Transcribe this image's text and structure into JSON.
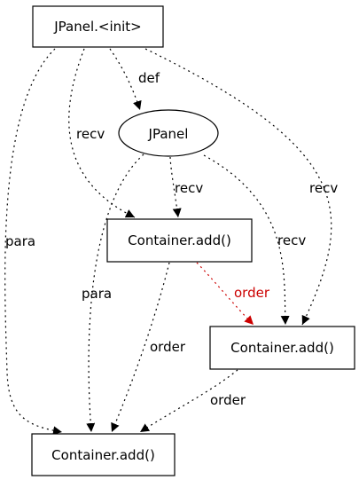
{
  "diagram": {
    "colors": {
      "default": "#000000",
      "highlight": "#cc0000",
      "background": "#ffffff"
    },
    "nodes": [
      {
        "id": "n_init",
        "label": "JPanel.<init>",
        "shape": "box"
      },
      {
        "id": "n_jpanel",
        "label": "JPanel",
        "shape": "ellipse"
      },
      {
        "id": "n_add1",
        "label": "Container.add()",
        "shape": "box"
      },
      {
        "id": "n_add2",
        "label": "Container.add()",
        "shape": "box"
      },
      {
        "id": "n_add3",
        "label": "Container.add()",
        "shape": "box"
      }
    ],
    "edges": [
      {
        "id": "e_def",
        "from": "n_init",
        "to": "n_jpanel",
        "label": "def",
        "color": "#000000"
      },
      {
        "id": "e_recv_init_add1",
        "from": "n_init",
        "to": "n_add1",
        "label": "recv",
        "color": "#000000"
      },
      {
        "id": "e_recv_init_add2",
        "from": "n_init",
        "to": "n_add2",
        "label": "recv",
        "color": "#000000"
      },
      {
        "id": "e_para_init_add3",
        "from": "n_init",
        "to": "n_add3",
        "label": "para",
        "color": "#000000"
      },
      {
        "id": "e_recv_jpanel_add1",
        "from": "n_jpanel",
        "to": "n_add1",
        "label": "recv",
        "color": "#000000"
      },
      {
        "id": "e_recv_jpanel_add2",
        "from": "n_jpanel",
        "to": "n_add2",
        "label": "recv",
        "color": "#000000"
      },
      {
        "id": "e_para_jpanel_add3",
        "from": "n_jpanel",
        "to": "n_add3",
        "label": "para",
        "color": "#000000"
      },
      {
        "id": "e_order_add1_add2",
        "from": "n_add1",
        "to": "n_add2",
        "label": "order",
        "color": "#cc0000"
      },
      {
        "id": "e_order_add1_add3",
        "from": "n_add1",
        "to": "n_add3",
        "label": "order",
        "color": "#000000"
      },
      {
        "id": "e_order_add2_add3",
        "from": "n_add2",
        "to": "n_add3",
        "label": "order",
        "color": "#000000"
      }
    ]
  }
}
